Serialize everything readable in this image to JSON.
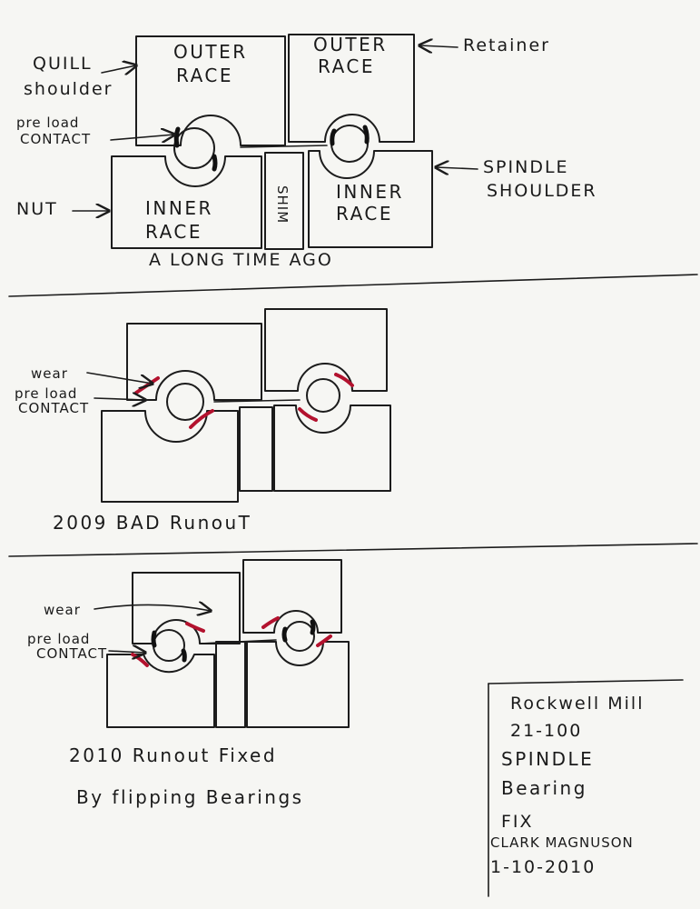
{
  "colors": {
    "ink": "#1c1c1c",
    "wear": "#b3122e",
    "paper": "#f6f6f3"
  },
  "panel1": {
    "outer_race_left": [
      "OUTER",
      "RACE"
    ],
    "outer_race_right": [
      "OUTER",
      "RACE"
    ],
    "inner_race_left": [
      "INNER",
      "RACE"
    ],
    "inner_race_right": [
      "INNER",
      "RACE"
    ],
    "shim": "SHIM",
    "quill_shoulder": [
      "QUILL",
      "shoulder"
    ],
    "retainer": "Retainer",
    "preload_contact": [
      "pre load",
      "CONTACT"
    ],
    "spindle_shoulder": [
      "SPINDLE",
      "SHOULDER"
    ],
    "nut": "NUT",
    "caption": "A LONG TIME AGO"
  },
  "panel2": {
    "wear": "wear",
    "preload_contact": [
      "pre load",
      "CONTACT"
    ],
    "caption": "2009 BAD RunouT"
  },
  "panel3": {
    "wear": "wear",
    "preload_contact": [
      "pre load",
      "CONTACT"
    ],
    "caption": [
      "2010 Runout Fixed",
      "By flipping Bearings"
    ]
  },
  "note": [
    "Rockwell Mill",
    "21-100",
    "SPINDLE",
    "Bearing",
    "FIX",
    "CLARK MAGNUSON",
    "1-10-2010"
  ]
}
